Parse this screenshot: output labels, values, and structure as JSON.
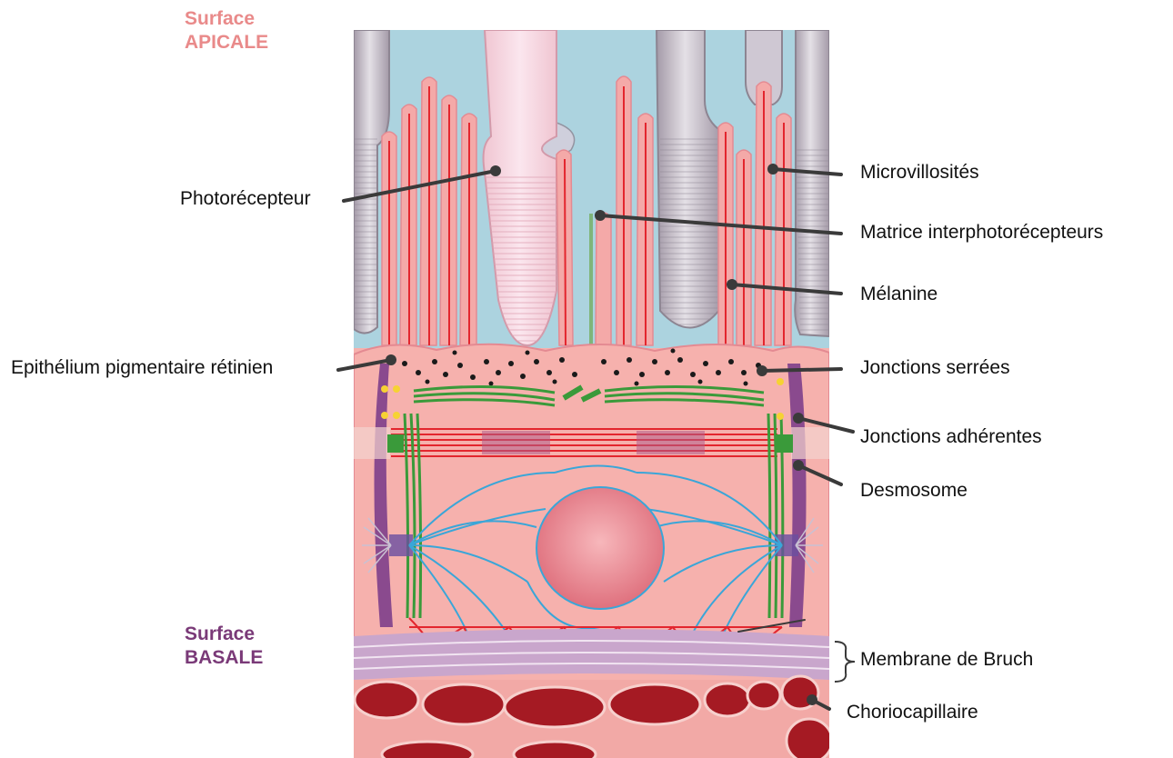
{
  "surfaces": {
    "apical_line1": "Surface",
    "apical_line2": "APICALE",
    "basal_line1": "Surface",
    "basal_line2": "BASALE"
  },
  "labels": {
    "photoreceptor": "Photorécepteur",
    "rpe": "Epithélium pigmentaire rétinien",
    "microvilli": "Microvillosités",
    "ipm": "Matrice interphotorécepteurs",
    "melanin": "Mélanine",
    "tight_junctions": "Jonctions serrées",
    "adherens_junctions": "Jonctions adhérentes",
    "desmosome": "Desmosome",
    "bruch_membrane": "Membrane de Bruch",
    "choriocapillaris": "Choriocapillaire"
  },
  "colors": {
    "apical_text": "#e98a8a",
    "basal_text": "#7a3a78",
    "cytoplasm": "#f6b1ad",
    "ipm_fluid": "#acd3df",
    "actin_red": "#e3262e",
    "keratin_green": "#3a9a3a",
    "microtubule_blue": "#3aa6d8",
    "nucleus": "#e77b85",
    "bruch": "#c9a6cc",
    "blood_cell": "#a51a23",
    "leader_line": "#3a3a3a"
  }
}
